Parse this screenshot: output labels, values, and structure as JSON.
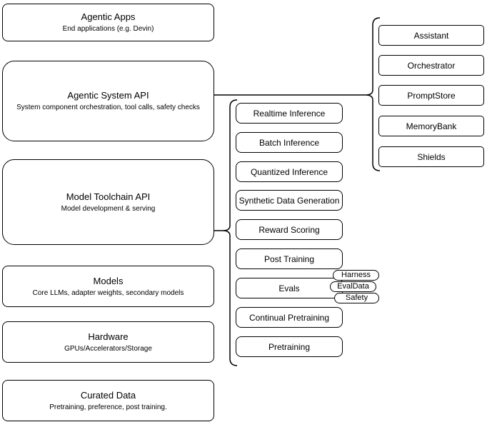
{
  "colors": {
    "stroke": "#000000",
    "fill": "#ffffff"
  },
  "stack": [
    {
      "title": "Agentic Apps",
      "subtitle": "End applications (e.g. Devin)"
    },
    {
      "title": "Agentic System API",
      "subtitle": "System component orchestration, tool calls, safety checks"
    },
    {
      "title": "Model Toolchain API",
      "subtitle": "Model development & serving"
    },
    {
      "title": "Models",
      "subtitle": "Core LLMs, adapter weights, secondary models"
    },
    {
      "title": "Hardware",
      "subtitle": "GPUs/Accelerators/Storage"
    },
    {
      "title": "Curated Data",
      "subtitle": "Pretraining, preference, post training."
    }
  ],
  "toolchain": {
    "items": [
      "Realtime Inference",
      "Batch Inference",
      "Quantized Inference",
      "Synthetic Data Generation",
      "Reward Scoring",
      "Post Training",
      "Evals",
      "Continual Pretraining",
      "Pretraining"
    ]
  },
  "system": {
    "items": [
      "Assistant",
      "Orchestrator",
      "PromptStore",
      "MemoryBank",
      "Shields"
    ]
  },
  "eval_tags": [
    "Harness",
    "EvalData",
    "Safety"
  ]
}
